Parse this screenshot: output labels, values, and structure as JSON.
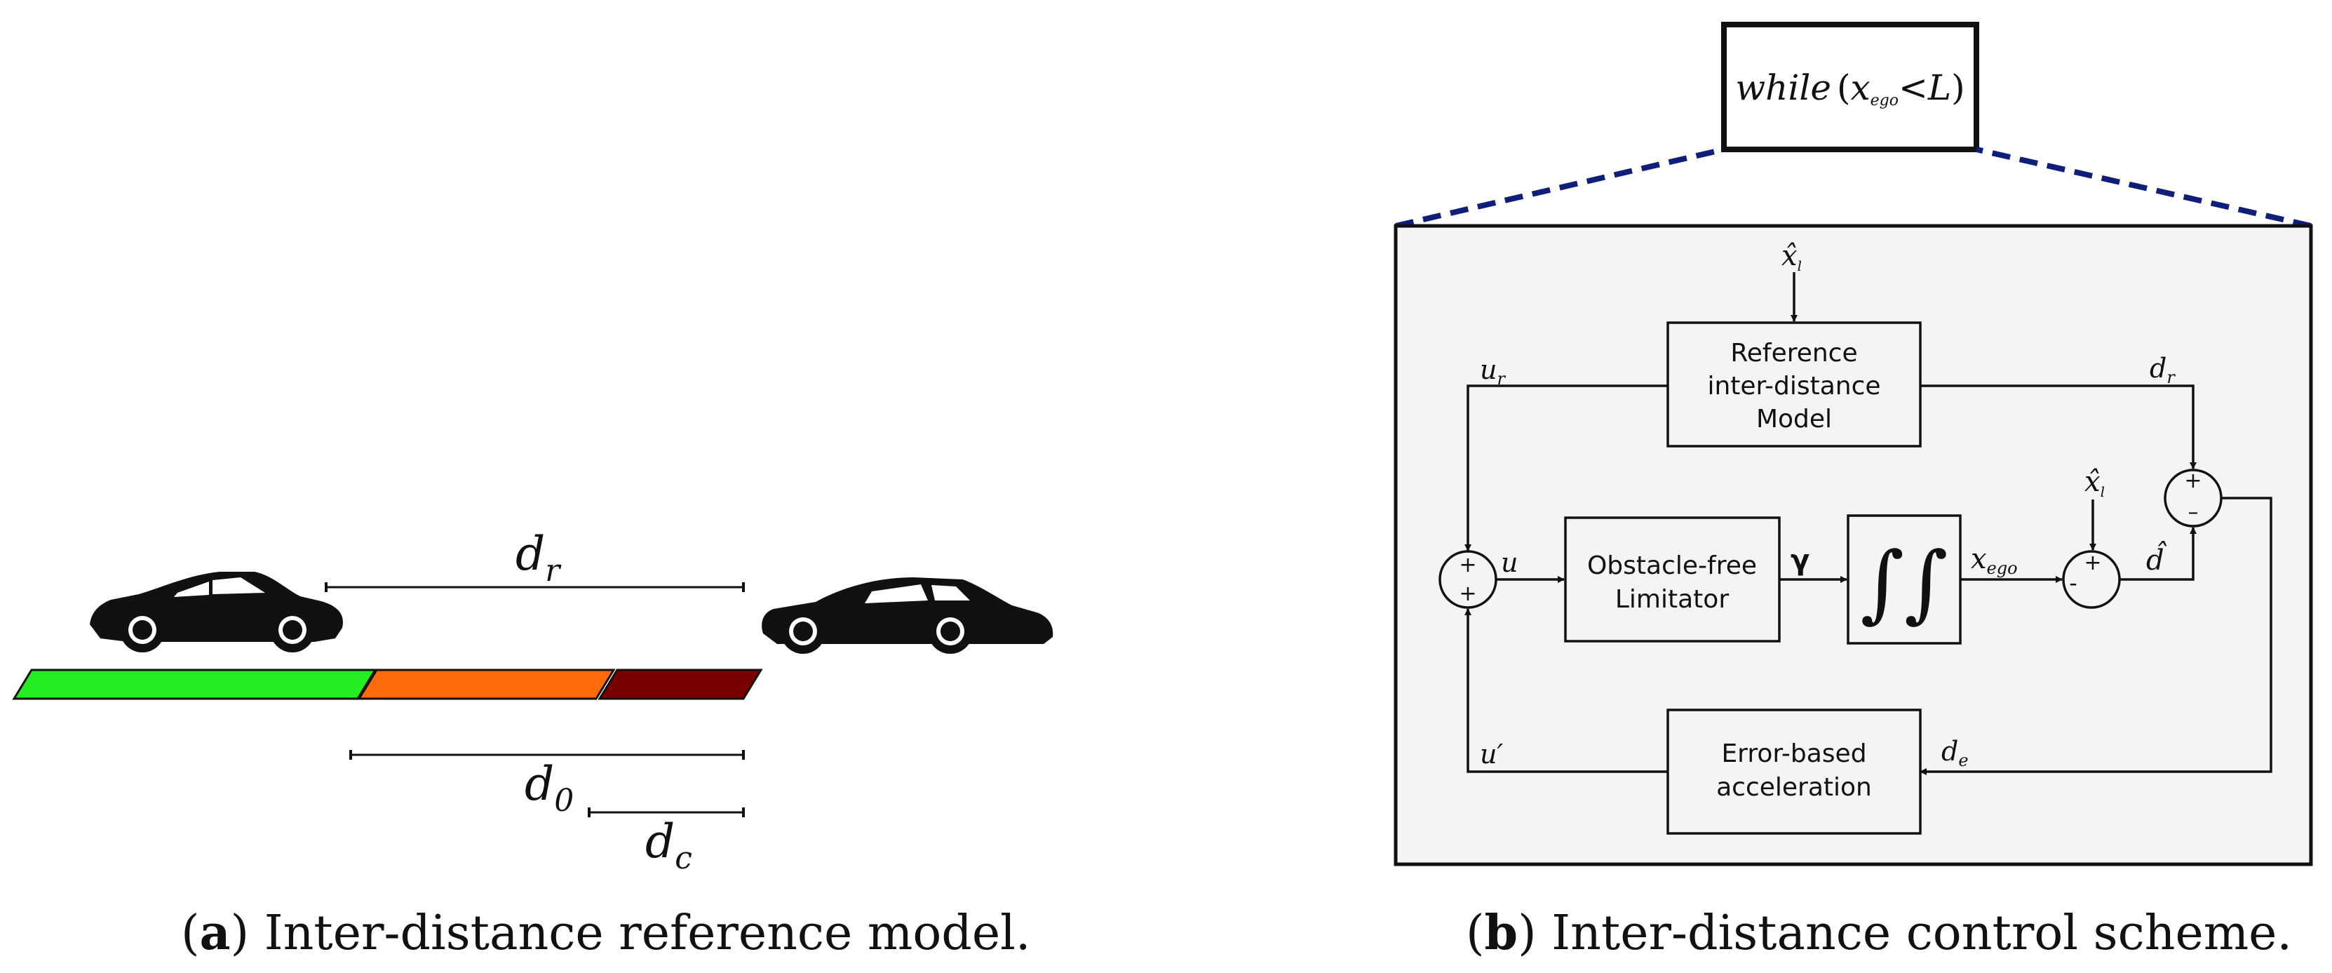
{
  "panel_a": {
    "label": "a",
    "caption": "Inter-distance reference model.",
    "d_r": "d",
    "d_r_sub": "r",
    "d_0": "d",
    "d_0_sub": "0",
    "d_c": "d",
    "d_c_sub": "c",
    "zone_colors": {
      "safe": "#22ee22",
      "warning": "#ff6a0a",
      "critical": "#7a0000"
    }
  },
  "panel_b": {
    "label": "b",
    "caption": "Inter-distance control scheme.",
    "loop_box": {
      "w": "while",
      "open": "(",
      "x": "x",
      "sub": "ego",
      "lt": "<",
      "L": "L",
      "close": ")"
    },
    "reference_block": [
      "Reference",
      "inter-distance",
      "Model"
    ],
    "limiter_block": [
      "Obstacle-free",
      "Limitator"
    ],
    "error_block": [
      "Error-based",
      "acceleration"
    ],
    "integrator_symbol": "∫∫",
    "signals": {
      "x_hat_l_top": {
        "base": "x̂",
        "sub": "l"
      },
      "x_hat_l_mid": {
        "base": "x̂",
        "sub": "l"
      },
      "u_r": {
        "base": "u",
        "sub": "r"
      },
      "d_r": {
        "base": "d",
        "sub": "r"
      },
      "u": "u",
      "gamma": "γ",
      "x_ego": {
        "base": "x",
        "sub": "ego"
      },
      "d_hat": "d̂",
      "u_prime": "u′",
      "d_e": {
        "base": "d",
        "sub": "e"
      }
    },
    "sum_signs": {
      "s1_top": "+",
      "s1_bottom": "+",
      "s2_top": "+",
      "s2_left": "-",
      "s3_top": "+",
      "s3_bottom": "–"
    },
    "colors": {
      "dash": "#0f1e78",
      "panel_bg": "#f4f4f4",
      "stroke": "#111111"
    }
  }
}
